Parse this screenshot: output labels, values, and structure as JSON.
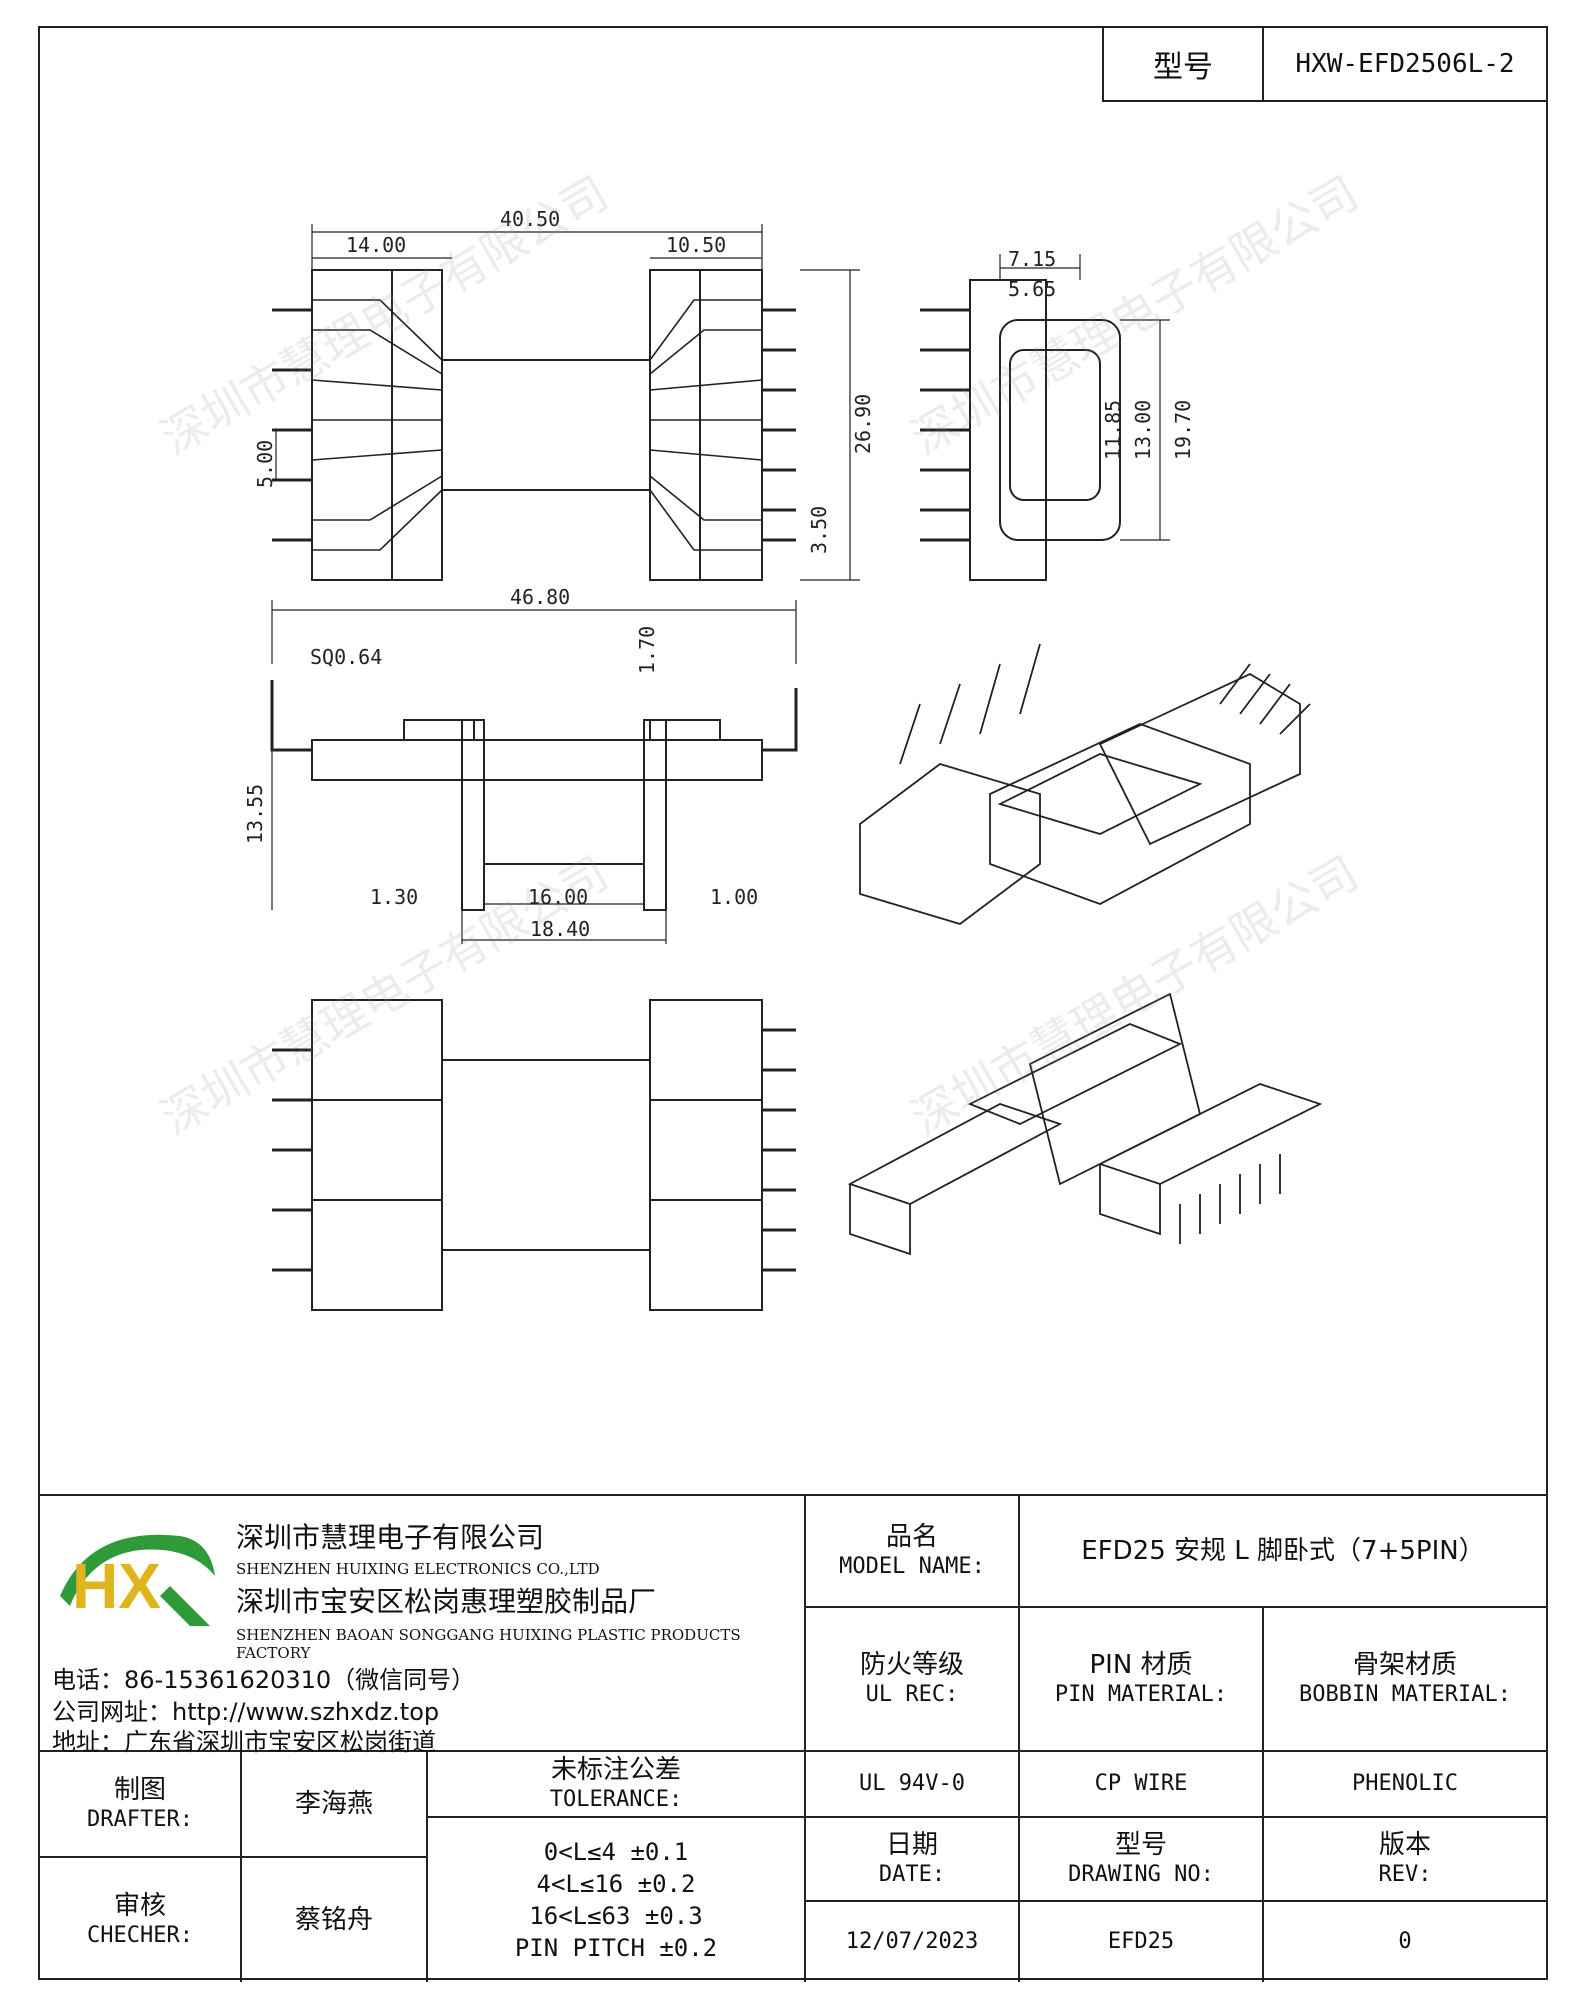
{
  "header": {
    "model_label": "型号",
    "model_value": "HXW-EFD2506L-2"
  },
  "watermark": "深圳市慧理电子有限公司",
  "dimensions": {
    "overall_width": "40.50",
    "left_flange": "14.00",
    "right_flange": "10.50",
    "pin_pitch_group": "5.00",
    "pin_offset": "3.50",
    "height": "26.90",
    "side_depth_1": "7.15",
    "side_depth_2": "5.65",
    "core_11": "11.85",
    "core_13": "13.00",
    "side_height": "19.70",
    "total_length": "46.80",
    "pin_sq": "SQ0.64",
    "step": "1.70",
    "body_height": "13.55",
    "flange_t1": "1.30",
    "window": "16.00",
    "flange_t2": "1.00",
    "inner_len": "18.40"
  },
  "company": {
    "name_cn": "深圳市慧理电子有限公司",
    "name_en": "SHENZHEN HUIXING ELECTRONICS CO.,LTD",
    "factory_cn": "深圳市宝安区松岗惠理塑胶制品厂",
    "factory_en": "SHENZHEN BAOAN SONGGANG HUIXING PLASTIC PRODUCTS FACTORY",
    "phone": "电话：86-15361620310（微信同号）",
    "website": "公司网址：http://www.szhxdz.top",
    "address": "地址：广东省深圳市宝安区松岗街道",
    "logo_text": "HX"
  },
  "table": {
    "model_name_cn": "品名",
    "model_name_en": "MODEL NAME:",
    "model_name_value": "EFD25 安规 L 脚卧式（7+5PIN）",
    "flame_cn": "防火等级",
    "flame_en": "UL REC:",
    "pin_mat_cn": "PIN 材质",
    "pin_mat_en": "PIN MATERIAL:",
    "bobbin_mat_cn": "骨架材质",
    "bobbin_mat_en": "BOBBIN MATERIAL:",
    "flame_value": "UL 94V-0",
    "pin_mat_value": "CP WIRE",
    "bobbin_mat_value": "PHENOLIC",
    "drafter_cn": "制图",
    "drafter_en": "DRAFTER:",
    "drafter_name": "李海燕",
    "checker_cn": "审核",
    "checker_en": "CHECHER:",
    "checker_name": "蔡铭舟",
    "tolerance_cn": "未标注公差",
    "tolerance_en": "TOLERANCE:",
    "tol_lines": [
      "0<L≤4  ±0.1",
      "4<L≤16  ±0.2",
      "16<L≤63  ±0.3",
      "PIN PITCH  ±0.2"
    ],
    "date_cn": "日期",
    "date_en": "DATE:",
    "date_value": "12/07/2023",
    "drawing_cn": "型号",
    "drawing_en": "DRAWING NO:",
    "drawing_value": "EFD25",
    "rev_cn": "版本",
    "rev_en": "REV:",
    "rev_value": "0"
  }
}
